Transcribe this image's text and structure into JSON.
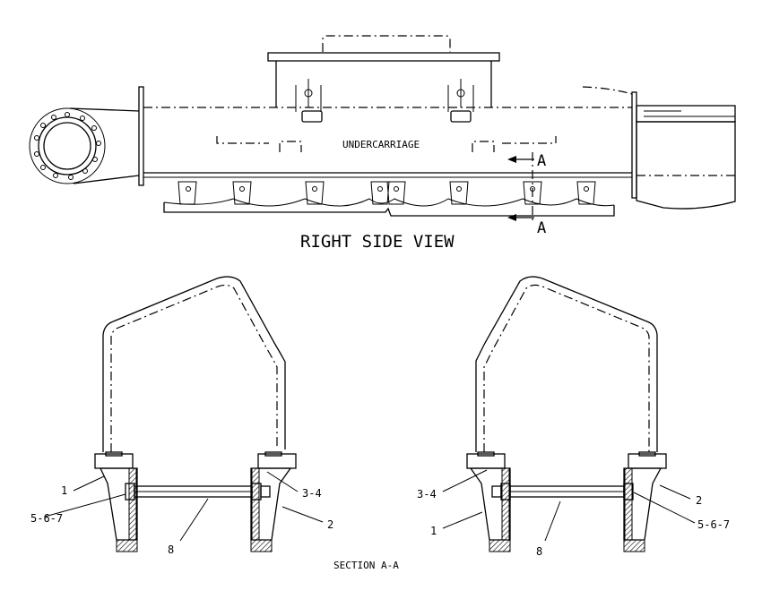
{
  "drawing": {
    "right_side_view": {
      "title": "RIGHT SIDE VIEW",
      "body_label": "UNDERCARRIAGE",
      "section_mark_top": "A",
      "section_mark_bottom": "A"
    },
    "section": {
      "title": "SECTION A-A",
      "left_callouts": {
        "c1": "1",
        "c567": "5-6-7",
        "c8": "8",
        "c34": "3-4",
        "c2": "2"
      },
      "right_callouts": {
        "c34": "3-4",
        "c1": "1",
        "c8": "8",
        "c2": "2",
        "c567": "5-6-7"
      }
    }
  }
}
